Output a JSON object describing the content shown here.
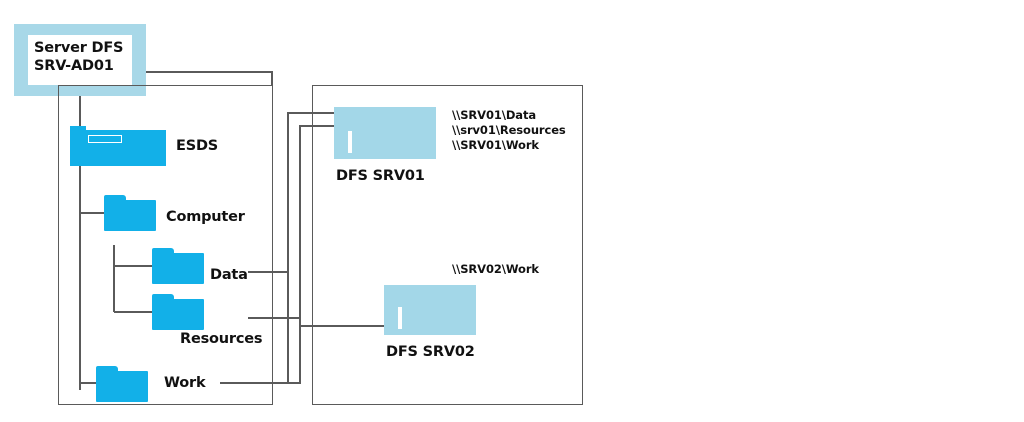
{
  "diagram": {
    "title_badge": {
      "line1": "Server DFS",
      "line2": "SRV-AD01",
      "fill_color": "#a8d8e8",
      "inner_color": "#ffffff"
    },
    "namespace_tree": {
      "root_label": "ESDS",
      "nodes": [
        {
          "id": "esds",
          "label": "ESDS",
          "icon": "server-folder-icon",
          "depth": 0
        },
        {
          "id": "computer",
          "label": "Computer",
          "icon": "folder-icon",
          "depth": 1
        },
        {
          "id": "data",
          "label": "Data",
          "icon": "folder-icon",
          "depth": 2
        },
        {
          "id": "resources",
          "label": "Resources",
          "icon": "folder-icon",
          "depth": 2
        },
        {
          "id": "work",
          "label": "Work",
          "icon": "folder-icon",
          "depth": 1
        }
      ]
    },
    "targets": [
      {
        "id": "srv01",
        "label": "DFS SRV01",
        "icon": "server-icon",
        "fill_color": "#a3d7e8",
        "shares": [
          "\\\\SRV01\\Data",
          "\\\\srv01\\Resources",
          "\\\\SRV01\\Work"
        ]
      },
      {
        "id": "srv02",
        "label": "DFS SRV02",
        "icon": "server-icon",
        "fill_color": "#a3d7e8",
        "shares": [
          "\\\\SRV02\\Work"
        ]
      }
    ],
    "colors": {
      "folder_blue": "#12b0e8",
      "server_blue": "#a3d7e8",
      "badge_blue": "#a8d8e8",
      "line_gray": "#5a5a5a",
      "text": "#111111",
      "background": "#ffffff"
    },
    "links": [
      {
        "from": "data",
        "to": "srv01"
      },
      {
        "from": "resources",
        "to": "srv01"
      },
      {
        "from": "work",
        "to": "srv01"
      },
      {
        "from": "work",
        "to": "srv02"
      }
    ]
  }
}
